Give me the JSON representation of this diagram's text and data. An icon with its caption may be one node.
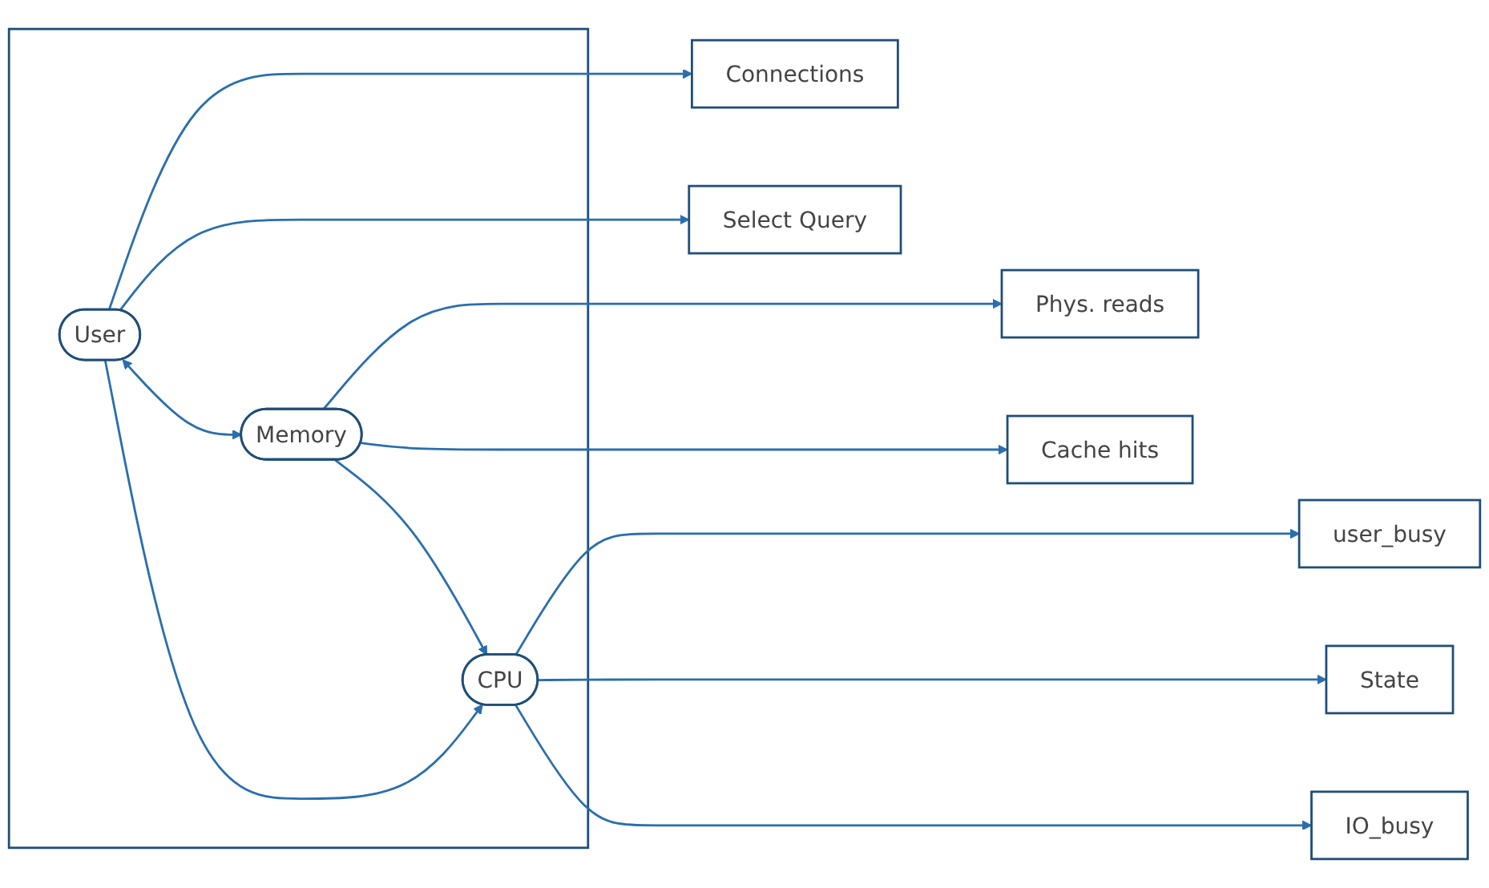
{
  "diagram": {
    "nodes": [
      {
        "text": [
          "user_busy"
        ]
      },
      {
        "text": [],
        "shape": "box"
      },
      {
        "text": [
          "User"
        ],
        "in": 1
      },
      {
        "text": [
          "Memory"
        ],
        "in": 1
      },
      {
        "text": [
          "CPU"
        ],
        "in": 1
      },
      {
        "text": [
          "Connections"
        ]
      },
      {
        "text": [
          "Select Query"
        ]
      },
      {
        "text": [
          "Phys. reads"
        ]
      },
      {
        "text": [
          "Cache hits"
        ]
      },
      {
        "text": [
          "State"
        ]
      },
      {
        "text": [
          "IO_busy"
        ]
      }
    ],
    "edges": [
      {
        "from": 2,
        "to": 5,
        "arrow": "to"
      },
      {
        "from": 2,
        "to": 6,
        "arrow": "to"
      },
      {
        "from": 2,
        "to": 3,
        "arrow": "both"
      },
      {
        "from": 3,
        "to": 7,
        "arrow": "to"
      },
      {
        "from": 3,
        "to": 8,
        "arrow": "to"
      },
      {
        "from": 2,
        "to": 4,
        "arrow": "to"
      },
      {
        "from": 3,
        "to": 4,
        "arrow": "to"
      },
      {
        "from": 4,
        "to": 0,
        "arrow": "to"
      },
      {
        "from": 4,
        "to": 9,
        "arrow": "to"
      },
      {
        "from": 4,
        "to": 10,
        "arrow": "to"
      }
    ]
  }
}
